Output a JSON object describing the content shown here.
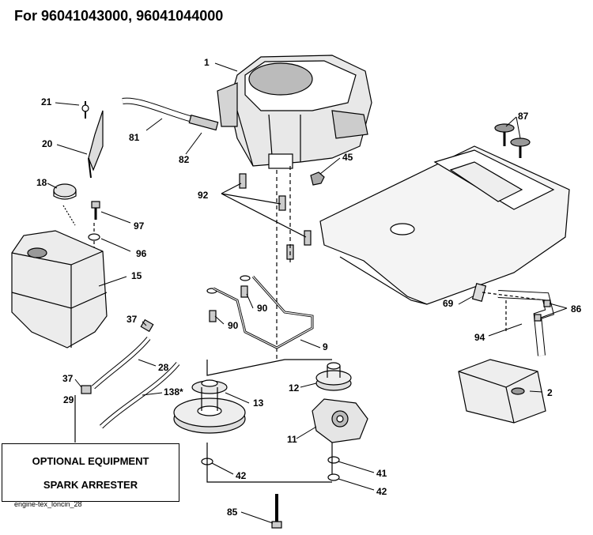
{
  "title": "For 96041043000, 96041044000",
  "optional_box": {
    "line1": "OPTIONAL EQUIPMENT",
    "line2": "SPARK ARRESTER"
  },
  "footer_code": "engine-tex_loncin_28",
  "part_labels": {
    "p1": "1",
    "p21": "21",
    "p81": "81",
    "p20": "20",
    "p82": "82",
    "p87": "87",
    "p45": "45",
    "p92": "92",
    "p18": "18",
    "p97": "97",
    "p96": "96",
    "p15": "15",
    "p90a": "90",
    "p90b": "90",
    "p9": "9",
    "p69": "69",
    "p86": "86",
    "p94": "94",
    "p37a": "37",
    "p28": "28",
    "p37b": "37",
    "p138": "138*",
    "p29": "29",
    "p12": "12",
    "p13": "13",
    "p2": "2",
    "p11": "11",
    "p42a": "42",
    "p41": "41",
    "p42b": "42",
    "p85": "85"
  }
}
